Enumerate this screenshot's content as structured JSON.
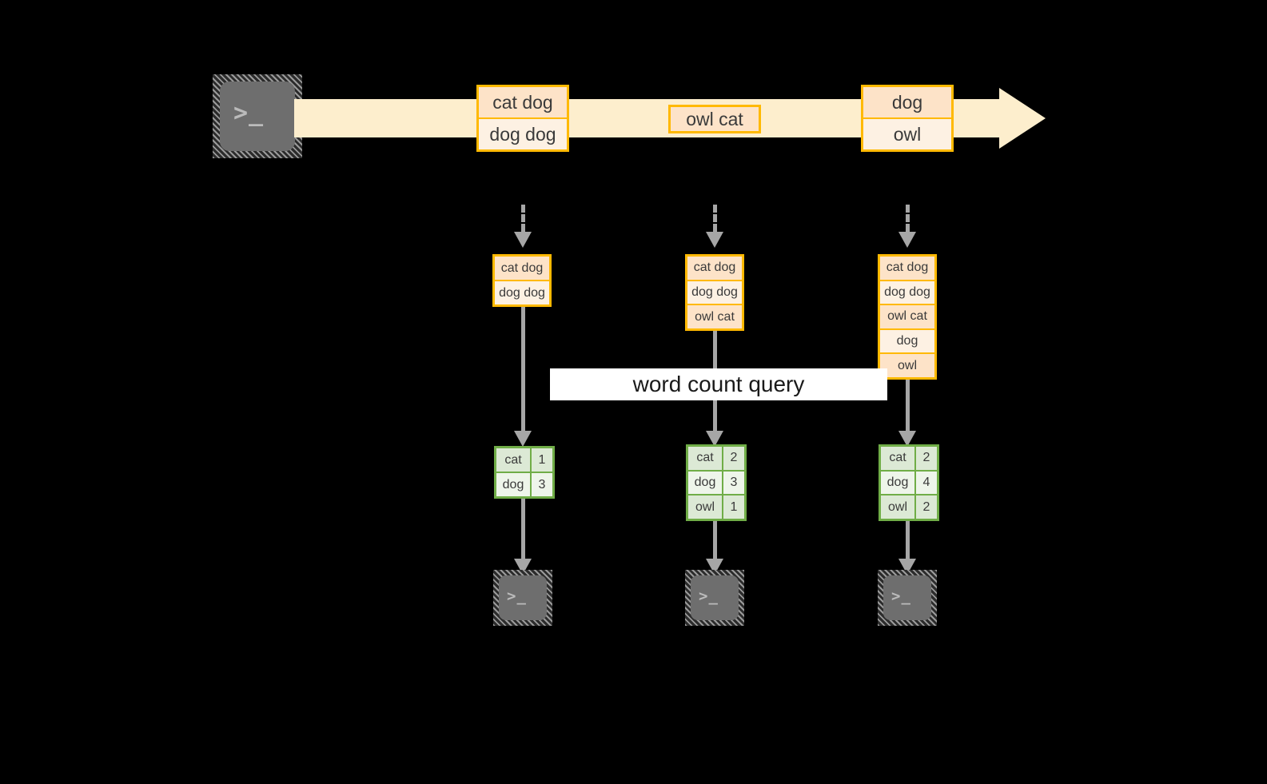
{
  "diagram": {
    "title_label": "word count query",
    "colors": {
      "background": "#000000",
      "stream_fill": "#fdeecd",
      "record_border": "#ffb900",
      "record_fill_dark": "#fde3c8",
      "record_fill_light": "#fdf1e3",
      "result_border": "#70ad47",
      "result_fill_dark": "#dce9d5",
      "result_fill_light": "#eef5ea",
      "connector": "#a6a6a6",
      "terminal_screen": "#6e6e6e"
    },
    "source": {
      "icon": "terminal-icon",
      "prompt_text": ">_"
    },
    "stream": {
      "records": [
        {
          "cells": [
            "cat dog",
            "dog dog"
          ]
        },
        {
          "cells": [
            "owl cat"
          ]
        },
        {
          "cells": [
            "dog",
            "owl"
          ]
        }
      ]
    },
    "snapshots": [
      {
        "state_rows": [
          "cat dog",
          "dog dog"
        ],
        "result_header_hidden": true,
        "result_rows": [
          {
            "word": "cat",
            "count": "1"
          },
          {
            "word": "dog",
            "count": "3"
          }
        ],
        "sink_icon": "terminal-icon",
        "sink_prompt_text": ">_"
      },
      {
        "state_rows": [
          "cat dog",
          "dog dog",
          "owl cat"
        ],
        "result_rows": [
          {
            "word": "cat",
            "count": "2"
          },
          {
            "word": "dog",
            "count": "3"
          },
          {
            "word": "owl",
            "count": "1"
          }
        ],
        "sink_icon": "terminal-icon",
        "sink_prompt_text": ">_"
      },
      {
        "state_rows": [
          "cat dog",
          "dog dog",
          "owl cat",
          "dog",
          "owl"
        ],
        "result_rows": [
          {
            "word": "cat",
            "count": "2"
          },
          {
            "word": "dog",
            "count": "4"
          },
          {
            "word": "owl",
            "count": "2"
          }
        ],
        "sink_icon": "terminal-icon",
        "sink_prompt_text": ">_"
      }
    ]
  }
}
